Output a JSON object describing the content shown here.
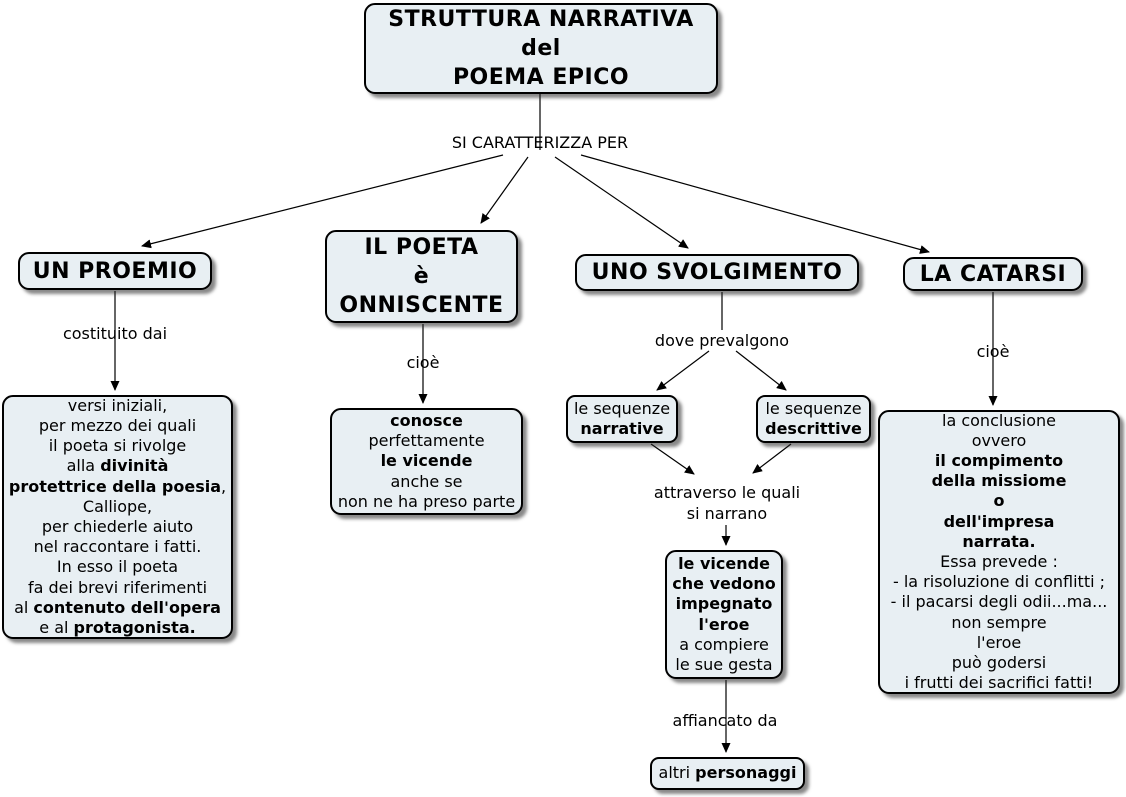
{
  "colors": {
    "background": "#ffffff",
    "node_fill": "#e8eff3",
    "node_border": "#000000",
    "connector": "#000000",
    "shadow": "#666666",
    "text": "#000000"
  },
  "title_lines": [
    [
      "STRUTTURA NARRATIVA"
    ],
    [
      "del"
    ],
    [
      "POEMA EPICO"
    ]
  ],
  "connector_labels": {
    "si_caratterizza": "SI CARATTERIZZA PER",
    "costituito": "costituito dai",
    "cioe_poeta": "cioè",
    "dove_prevalgono": "dove prevalgono",
    "attraverso_lines": [
      [
        "attraverso le quali"
      ],
      [
        "si narrano"
      ]
    ],
    "affiancato": "affiancato da",
    "cioe_catarsi": "cioè"
  },
  "nodes": {
    "proemio_label": "UN PROEMIO",
    "poeta_lines": [
      [
        "IL POETA"
      ],
      [
        "è"
      ],
      [
        "ONNISCENTE"
      ]
    ],
    "svolgimento_label": "UNO SVOLGIMENTO",
    "catarsi_label": "LA CATARSI",
    "proemio_detail_lines": [
      [
        "versi iniziali,"
      ],
      [
        "per mezzo dei quali"
      ],
      [
        "il poeta si rivolge"
      ],
      [
        "alla ",
        {
          "t": "divinità",
          "b": true
        }
      ],
      [
        {
          "t": "protettrice della poesia",
          "b": true
        },
        ","
      ],
      [
        "Calliope,"
      ],
      [
        "per chiederle aiuto"
      ],
      [
        "nel raccontare i fatti."
      ],
      [
        "In esso il poeta"
      ],
      [
        "fa dei brevi riferimenti"
      ],
      [
        "al ",
        {
          "t": "contenuto dell'opera",
          "b": true
        }
      ],
      [
        "e al ",
        {
          "t": "protagonista.",
          "b": true
        }
      ]
    ],
    "conosce_lines": [
      [
        {
          "t": "conosce",
          "b": true
        }
      ],
      [
        "perfettamente"
      ],
      [
        {
          "t": "le vicende",
          "b": true
        }
      ],
      [
        "anche se"
      ],
      [
        "non ne ha preso parte"
      ]
    ],
    "seq_narrative_lines": [
      [
        "le sequenze"
      ],
      [
        {
          "t": "narrative",
          "b": true
        }
      ]
    ],
    "seq_descrittive_lines": [
      [
        "le sequenze"
      ],
      [
        {
          "t": "descrittive",
          "b": true
        }
      ]
    ],
    "vicende_lines": [
      [
        {
          "t": "le vicende",
          "b": true
        }
      ],
      [
        {
          "t": "che vedono",
          "b": true
        }
      ],
      [
        {
          "t": "impegnato",
          "b": true
        }
      ],
      [
        {
          "t": "l'eroe",
          "b": true
        }
      ],
      [
        "a compiere"
      ],
      [
        "le sue gesta"
      ]
    ],
    "personaggi_lines": [
      [
        "altri ",
        {
          "t": "personaggi",
          "b": true
        }
      ]
    ],
    "catarsi_detail_lines": [
      [
        "la conclusione"
      ],
      [
        "ovvero"
      ],
      [
        {
          "t": "il compimento",
          "b": true
        }
      ],
      [
        {
          "t": "della missiome",
          "b": true
        }
      ],
      [
        {
          "t": "o",
          "b": true
        }
      ],
      [
        {
          "t": "dell'impresa",
          "b": true
        }
      ],
      [
        {
          "t": "narrata.",
          "b": true
        }
      ],
      [
        "Essa prevede :"
      ],
      [
        "- la risoluzione di conflitti ;"
      ],
      [
        "- il pacarsi degli odii...ma..."
      ],
      [
        "non sempre"
      ],
      [
        "l'eroe"
      ],
      [
        "può godersi"
      ],
      [
        "i frutti dei sacrifici fatti!"
      ]
    ]
  }
}
